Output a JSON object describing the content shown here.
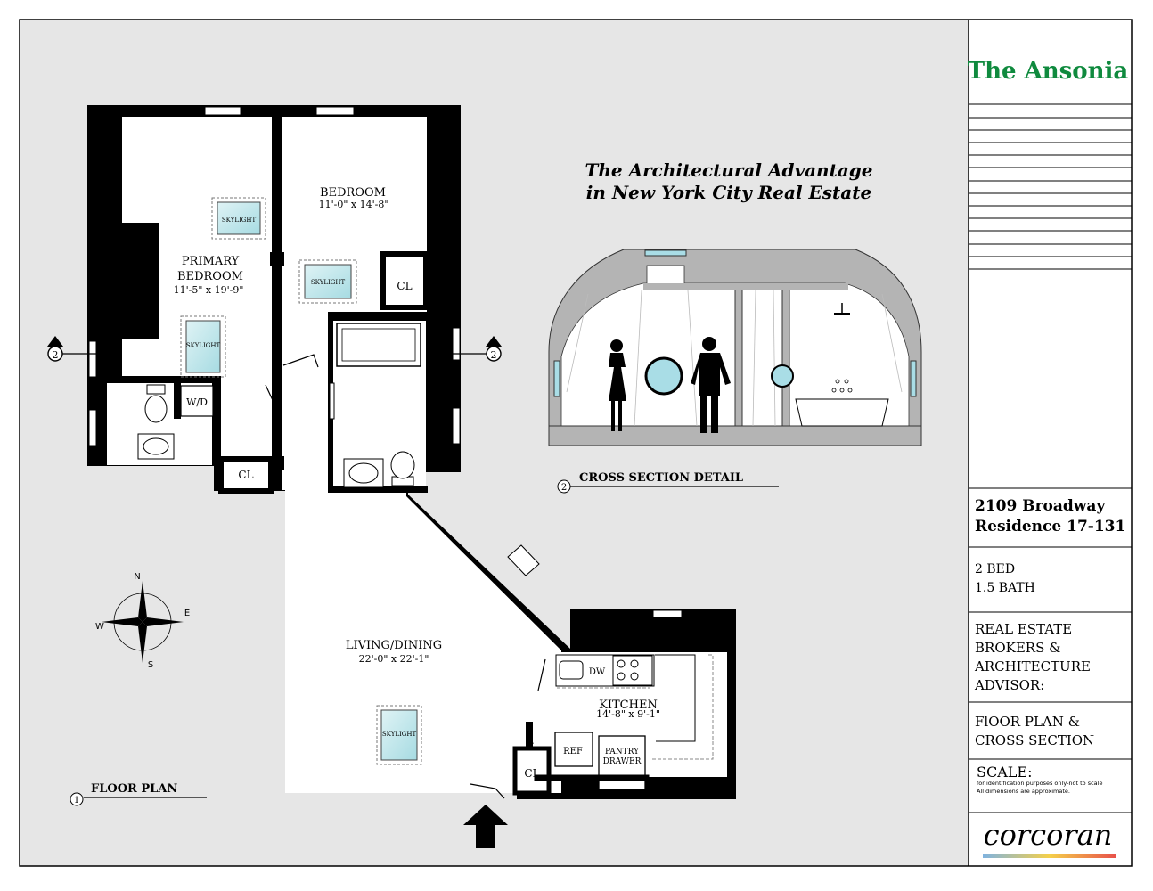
{
  "building_name": "The Ansonia",
  "headline": {
    "line1": "The Architectural Advantage",
    "line2": "in New York City Real Estate"
  },
  "rooms": {
    "primary_bedroom": {
      "label1": "PRIMARY",
      "label2": "BEDROOM",
      "dims": "11'-5\" x 19'-9\""
    },
    "bedroom": {
      "label": "BEDROOM",
      "dims": "11'-0\" x 14'-8\""
    },
    "living": {
      "label": "LIVING/DINING",
      "dims": "22'-0\" x 22'-1\""
    },
    "kitchen": {
      "label": "KITCHEN",
      "dims": "14'-8\" x 9'-1\""
    }
  },
  "fixtures": {
    "skylight": "SKYLIGHT",
    "closet": "CL",
    "washer_dryer": "W/D",
    "dishwasher": "DW",
    "refrigerator": "REF",
    "pantry_line1": "PANTRY",
    "pantry_line2": "DRAWER"
  },
  "section_marker": "2",
  "plan_marker": "1",
  "floor_plan_title": "FLOOR PLAN",
  "cross_section_title": "CROSS SECTION DETAIL",
  "compass": {
    "n": "N",
    "s": "S",
    "e": "E",
    "w": "W"
  },
  "title_block": {
    "address_line1": "2109 Broadway",
    "address_line2": "Residence 17-131",
    "beds": "2 BED",
    "baths": "1.5 BATH",
    "brokers_line1": "REAL ESTATE",
    "brokers_line2": "BROKERS &",
    "brokers_line3": "ARCHITECTURE",
    "brokers_line4": "ADVISOR:",
    "sheet_line1": "FlOOR PLAN &",
    "sheet_line2": "CROSS SECTION",
    "scale_label": "SCALE:",
    "scale_note1": "for identification purposes only-not to scale",
    "scale_note2": "All dimensions are approximate.",
    "brokerage": "corcoran"
  },
  "colors": {
    "background": "#e6e6e6",
    "wall": "#000000",
    "brand_green": "#0f8a3e",
    "section_gray": "#b4b4b4",
    "glass": "#a9dde6"
  }
}
